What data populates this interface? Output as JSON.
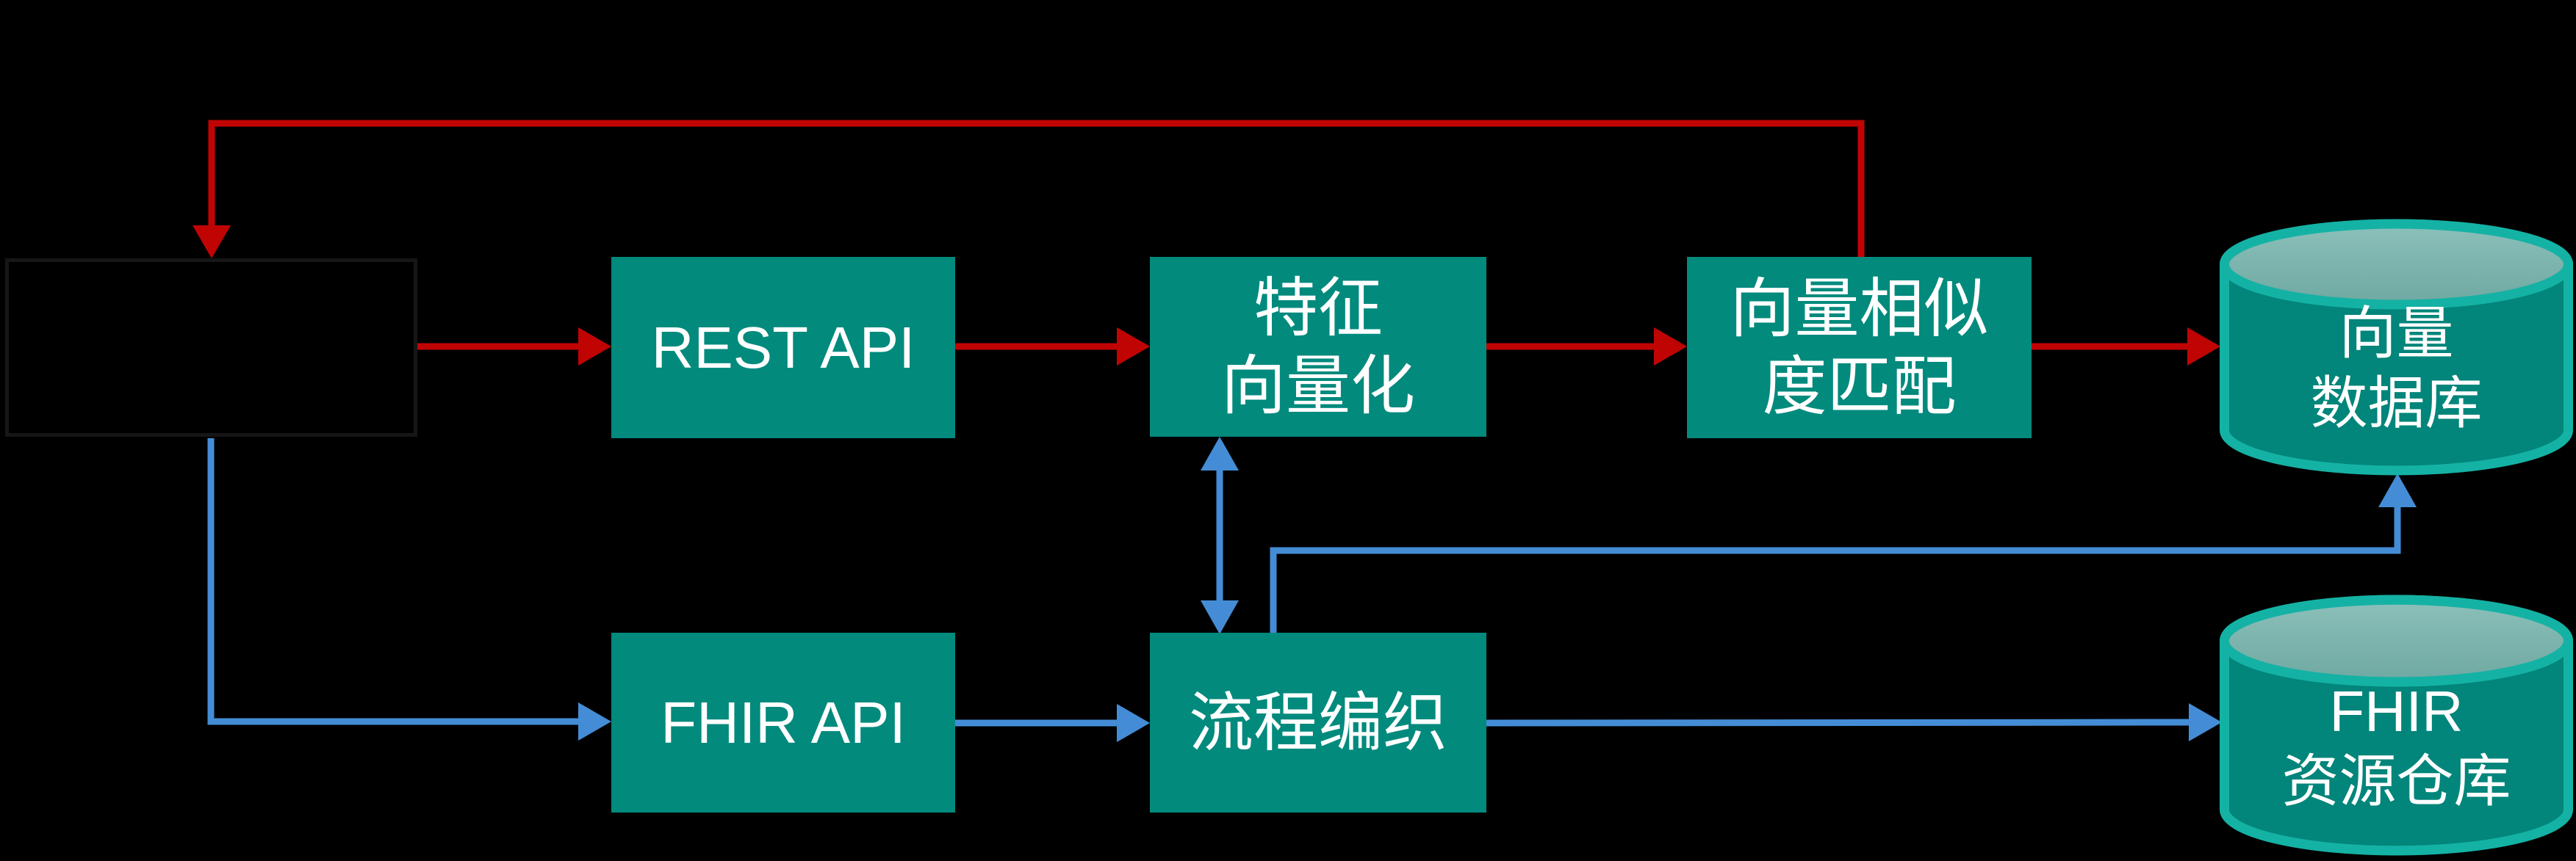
{
  "diagram": {
    "title": "",
    "nodes": {
      "input_box": {
        "label": ""
      },
      "rest_api": {
        "label": "REST API"
      },
      "feature_vectorization": {
        "line1": "特征",
        "line2": "向量化"
      },
      "vector_similarity": {
        "line1": "向量相似",
        "line2": "度匹配"
      },
      "fhir_api": {
        "label": "FHIR API"
      },
      "orchestration": {
        "label": "流程编织"
      }
    },
    "datastores": {
      "vector_db": {
        "line1": "向量",
        "line2": "数据库"
      },
      "fhir_repo": {
        "line1": "FHIR",
        "line2": "资源仓库"
      }
    },
    "edges": [
      {
        "from": "input_box",
        "to": "rest_api",
        "color": "red",
        "arrow": "forward"
      },
      {
        "from": "rest_api",
        "to": "feature_vectorization",
        "color": "red",
        "arrow": "forward"
      },
      {
        "from": "feature_vectorization",
        "to": "vector_similarity",
        "color": "red",
        "arrow": "forward"
      },
      {
        "from": "vector_similarity",
        "to": "vector_db",
        "color": "red",
        "arrow": "forward"
      },
      {
        "from": "vector_similarity",
        "to": "input_box",
        "color": "red",
        "arrow": "forward",
        "route": "feedback loop over the top"
      },
      {
        "from": "input_box",
        "to": "fhir_api",
        "color": "blue",
        "arrow": "forward",
        "route": "down then right"
      },
      {
        "from": "fhir_api",
        "to": "orchestration",
        "color": "blue",
        "arrow": "forward"
      },
      {
        "from": "orchestration",
        "to": "fhir_repo",
        "color": "blue",
        "arrow": "forward"
      },
      {
        "from": "feature_vectorization",
        "to": "orchestration",
        "color": "blue",
        "arrow": "both"
      },
      {
        "from": "orchestration",
        "to": "vector_db",
        "color": "blue",
        "arrow": "forward",
        "route": "up then right then up"
      }
    ]
  },
  "colors": {
    "canvas_bg": "#000000",
    "node_fill": "#028A7D",
    "node_text": "#FFFFFF",
    "cylinder_body": "#02857A",
    "cylinder_rim": "#14B2A4",
    "cylinder_top_light": "#8CC0BA",
    "cylinder_top_dark": "#6FA8A2",
    "red_flow": "#C00404",
    "blue_flow": "#448DD6",
    "input_box_fill": "#000000",
    "input_box_border": "#161616"
  }
}
